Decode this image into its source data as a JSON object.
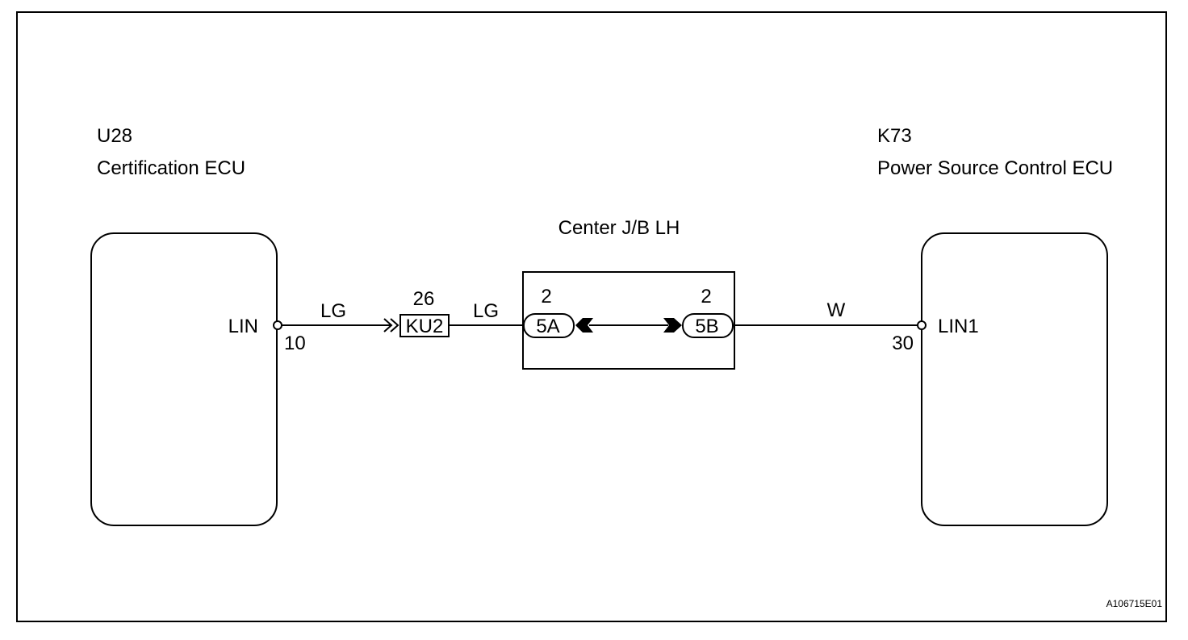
{
  "left_component": {
    "code": "U28",
    "name": "Certification ECU",
    "terminal_name": "LIN",
    "pin": "10"
  },
  "right_component": {
    "code": "K73",
    "name": "Power Source Control ECU",
    "terminal_name": "LIN1",
    "pin": "30"
  },
  "junction_block": {
    "title": "Center J/B LH",
    "left_connector": {
      "id": "5A",
      "pin": "2"
    },
    "right_connector": {
      "id": "5B",
      "pin": "2"
    }
  },
  "inline_connector": {
    "id": "KU2",
    "pin": "26"
  },
  "wires": {
    "segment1_color": "LG",
    "segment2_color": "LG",
    "segment3_color": "W"
  },
  "figure_id": "A106715E01"
}
